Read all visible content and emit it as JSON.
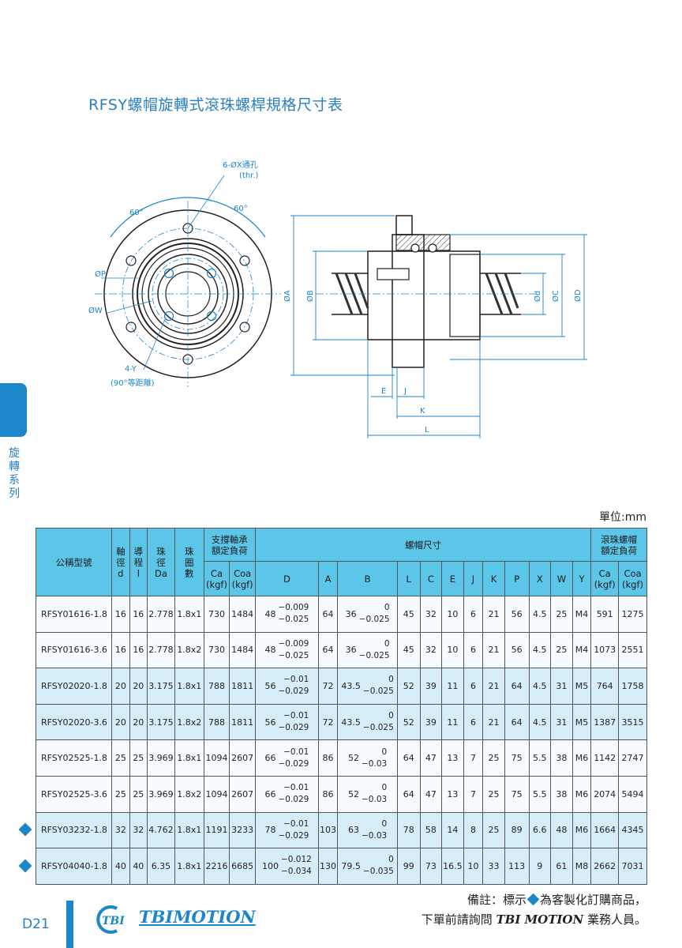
{
  "title": "RFSY螺帽旋轉式滾珠螺桿規格尺寸表",
  "side_label": "旋轉系列",
  "drawing": {
    "hole_label": "6-ØX通孔",
    "hole_sub": "(thr.)",
    "angle_left": "60°",
    "angle_right": "60°",
    "phi_p": "ØP",
    "phi_w": "ØW",
    "y_holes": "4-Y",
    "y_sub": "(90°等距離)",
    "phi_a": "ØA",
    "phi_b": "ØB",
    "phi_d": "Ød",
    "phi_c": "ØC",
    "phi_D": "ØD",
    "e": "E",
    "j": "J",
    "k": "K",
    "l": "L"
  },
  "unit": "單位:mm",
  "table": {
    "h_model": "公稱型號",
    "h_shaft": [
      "軸",
      "徑",
      "d"
    ],
    "h_lead": [
      "導",
      "程",
      "l"
    ],
    "h_ball": [
      "珠",
      "徑",
      "Da"
    ],
    "h_turns": [
      "珠",
      "圈",
      "數"
    ],
    "h_bearing_group": [
      "支撐軸承",
      "額定負荷"
    ],
    "h_nut_group": "螺帽尺寸",
    "h_screw_group": [
      "滾珠螺帽",
      "額定負荷"
    ],
    "h_ca": [
      "Ca",
      "(kgf)"
    ],
    "h_coa": [
      "Coa",
      "(kgf)"
    ],
    "h_dims": [
      "D",
      "A",
      "B",
      "L",
      "C",
      "E",
      "J",
      "K",
      "P",
      "X",
      "W",
      "Y"
    ],
    "rows": [
      {
        "model": "RFSY01616-1.8",
        "d": "16",
        "l": "16",
        "da": "2.778",
        "turns": "1.8x1",
        "ca": "730",
        "coa": "1484",
        "D": "48",
        "D_up": "−0.009",
        "D_lo": "−0.025",
        "A": "64",
        "B": "36",
        "B_up": "0",
        "B_lo": "−0.025",
        "L": "45",
        "C": "32",
        "E": "10",
        "J": "6",
        "K": "21",
        "P": "56",
        "X": "4.5",
        "W": "25",
        "Y": "M4",
        "sca": "591",
        "scoa": "1275",
        "custom": false
      },
      {
        "model": "RFSY01616-3.6",
        "d": "16",
        "l": "16",
        "da": "2.778",
        "turns": "1.8x2",
        "ca": "730",
        "coa": "1484",
        "D": "48",
        "D_up": "−0.009",
        "D_lo": "−0.025",
        "A": "64",
        "B": "36",
        "B_up": "0",
        "B_lo": "−0.025",
        "L": "45",
        "C": "32",
        "E": "10",
        "J": "6",
        "K": "21",
        "P": "56",
        "X": "4.5",
        "W": "25",
        "Y": "M4",
        "sca": "1073",
        "scoa": "2551",
        "custom": false
      },
      {
        "model": "RFSY02020-1.8",
        "d": "20",
        "l": "20",
        "da": "3.175",
        "turns": "1.8x1",
        "ca": "788",
        "coa": "1811",
        "D": "56",
        "D_up": "−0.01",
        "D_lo": "−0.029",
        "A": "72",
        "B": "43.5",
        "B_up": "0",
        "B_lo": "−0.025",
        "L": "52",
        "C": "39",
        "E": "11",
        "J": "6",
        "K": "21",
        "P": "64",
        "X": "4.5",
        "W": "31",
        "Y": "M5",
        "sca": "764",
        "scoa": "1758",
        "custom": false
      },
      {
        "model": "RFSY02020-3.6",
        "d": "20",
        "l": "20",
        "da": "3.175",
        "turns": "1.8x2",
        "ca": "788",
        "coa": "1811",
        "D": "56",
        "D_up": "−0.01",
        "D_lo": "−0.029",
        "A": "72",
        "B": "43.5",
        "B_up": "0",
        "B_lo": "−0.025",
        "L": "52",
        "C": "39",
        "E": "11",
        "J": "6",
        "K": "21",
        "P": "64",
        "X": "4.5",
        "W": "31",
        "Y": "M5",
        "sca": "1387",
        "scoa": "3515",
        "custom": false
      },
      {
        "model": "RFSY02525-1.8",
        "d": "25",
        "l": "25",
        "da": "3.969",
        "turns": "1.8x1",
        "ca": "1094",
        "coa": "2607",
        "D": "66",
        "D_up": "−0.01",
        "D_lo": "−0.029",
        "A": "86",
        "B": "52",
        "B_up": "0",
        "B_lo": "−0.03",
        "L": "64",
        "C": "47",
        "E": "13",
        "J": "7",
        "K": "25",
        "P": "75",
        "X": "5.5",
        "W": "38",
        "Y": "M6",
        "sca": "1142",
        "scoa": "2747",
        "custom": false
      },
      {
        "model": "RFSY02525-3.6",
        "d": "25",
        "l": "25",
        "da": "3.969",
        "turns": "1.8x2",
        "ca": "1094",
        "coa": "2607",
        "D": "66",
        "D_up": "−0.01",
        "D_lo": "−0.029",
        "A": "86",
        "B": "52",
        "B_up": "0",
        "B_lo": "−0.03",
        "L": "64",
        "C": "47",
        "E": "13",
        "J": "7",
        "K": "25",
        "P": "75",
        "X": "5.5",
        "W": "38",
        "Y": "M6",
        "sca": "2074",
        "scoa": "5494",
        "custom": false
      },
      {
        "model": "RFSY03232-1.8",
        "d": "32",
        "l": "32",
        "da": "4.762",
        "turns": "1.8x1",
        "ca": "1191",
        "coa": "3233",
        "D": "78",
        "D_up": "−0.01",
        "D_lo": "−0.029",
        "A": "103",
        "B": "63",
        "B_up": "0",
        "B_lo": "−0.03",
        "L": "78",
        "C": "58",
        "E": "14",
        "J": "8",
        "K": "25",
        "P": "89",
        "X": "6.6",
        "W": "48",
        "Y": "M6",
        "sca": "1664",
        "scoa": "4345",
        "custom": true
      },
      {
        "model": "RFSY04040-1.8",
        "d": "40",
        "l": "40",
        "da": "6.35",
        "turns": "1.8x1",
        "ca": "2216",
        "coa": "6685",
        "D": "100",
        "D_up": "−0.012",
        "D_lo": "−0.034",
        "A": "130",
        "B": "79.5",
        "B_up": "0",
        "B_lo": "−0.035",
        "L": "99",
        "C": "73",
        "E": "16.5",
        "J": "10",
        "K": "33",
        "P": "113",
        "X": "9",
        "W": "61",
        "Y": "M8",
        "sca": "2662",
        "scoa": "7031",
        "custom": true
      }
    ]
  },
  "footnote": {
    "line1_a": "備註：標示",
    "line1_b": "為客製化訂購商品，",
    "line2_a": "下單前請詢問",
    "line2_brand": "TBI MOTION",
    "line2_b": "業務人員。"
  },
  "page_number": "D21",
  "logo": {
    "mark": "TBI",
    "text": "TBIMOTION"
  },
  "colors": {
    "accent": "#1b86c9",
    "title": "#2a7fc1",
    "header": "#5bc6e8",
    "row_light": "#f5fbfe",
    "row_dark": "#d6eef9"
  }
}
